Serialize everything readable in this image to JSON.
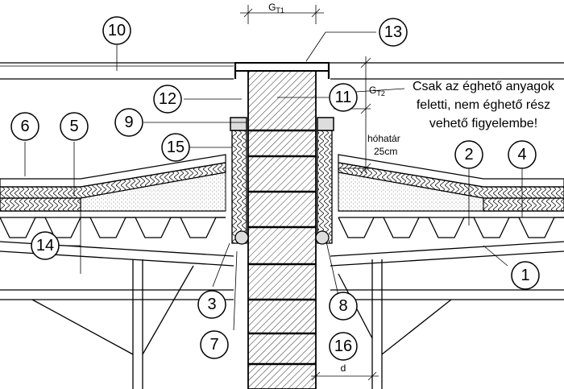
{
  "dimensions": {
    "gt1": "G",
    "gt1_sub": "T1",
    "gt2": "G",
    "gt2_sub": "T2",
    "snow_line": "hóhatár",
    "snow_height": "25cm",
    "d": "d"
  },
  "note_lines": [
    "Csak az éghető anyagok",
    "feletti, nem éghető rész",
    "vehető figyelembe!"
  ],
  "callouts": [
    {
      "id": "c1",
      "label": "1"
    },
    {
      "id": "c2",
      "label": "2"
    },
    {
      "id": "c3",
      "label": "3"
    },
    {
      "id": "c4",
      "label": "4"
    },
    {
      "id": "c5",
      "label": "5"
    },
    {
      "id": "c6",
      "label": "6"
    },
    {
      "id": "c7",
      "label": "7"
    },
    {
      "id": "c8",
      "label": "8"
    },
    {
      "id": "c9",
      "label": "9"
    },
    {
      "id": "c10",
      "label": "10"
    },
    {
      "id": "c11",
      "label": "11"
    },
    {
      "id": "c12",
      "label": "12"
    },
    {
      "id": "c13",
      "label": "13"
    },
    {
      "id": "c14",
      "label": "14"
    },
    {
      "id": "c15",
      "label": "15"
    },
    {
      "id": "c16",
      "label": "16"
    }
  ],
  "colors": {
    "line": "#000000",
    "fill_light": "#dddddd",
    "background": "#ffffff"
  }
}
